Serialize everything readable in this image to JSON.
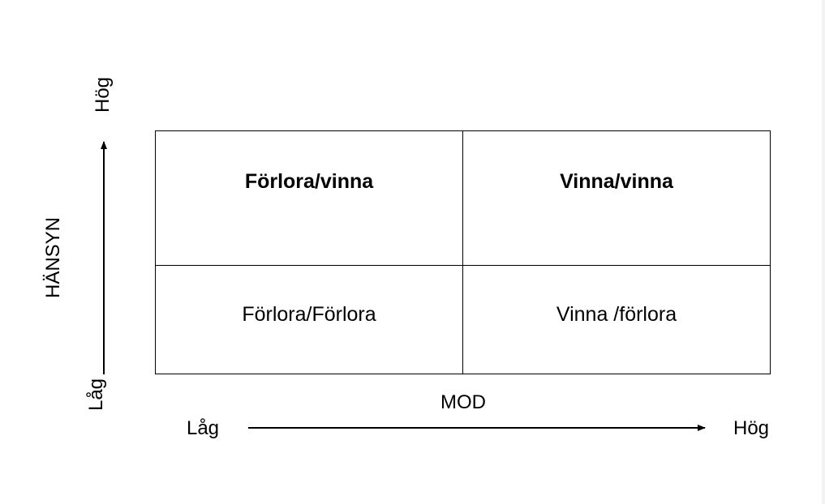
{
  "matrix": {
    "top_left": "Förlora/vinna",
    "top_right": "Vinna/vinna",
    "bottom_left": "Förlora/Förlora",
    "bottom_right": "Vinna /förlora"
  },
  "y_axis": {
    "title": "HÄNSYN",
    "low": "Låg",
    "high": "Hög"
  },
  "x_axis": {
    "title": "MOD",
    "low": "Låg",
    "high": "Hög"
  }
}
